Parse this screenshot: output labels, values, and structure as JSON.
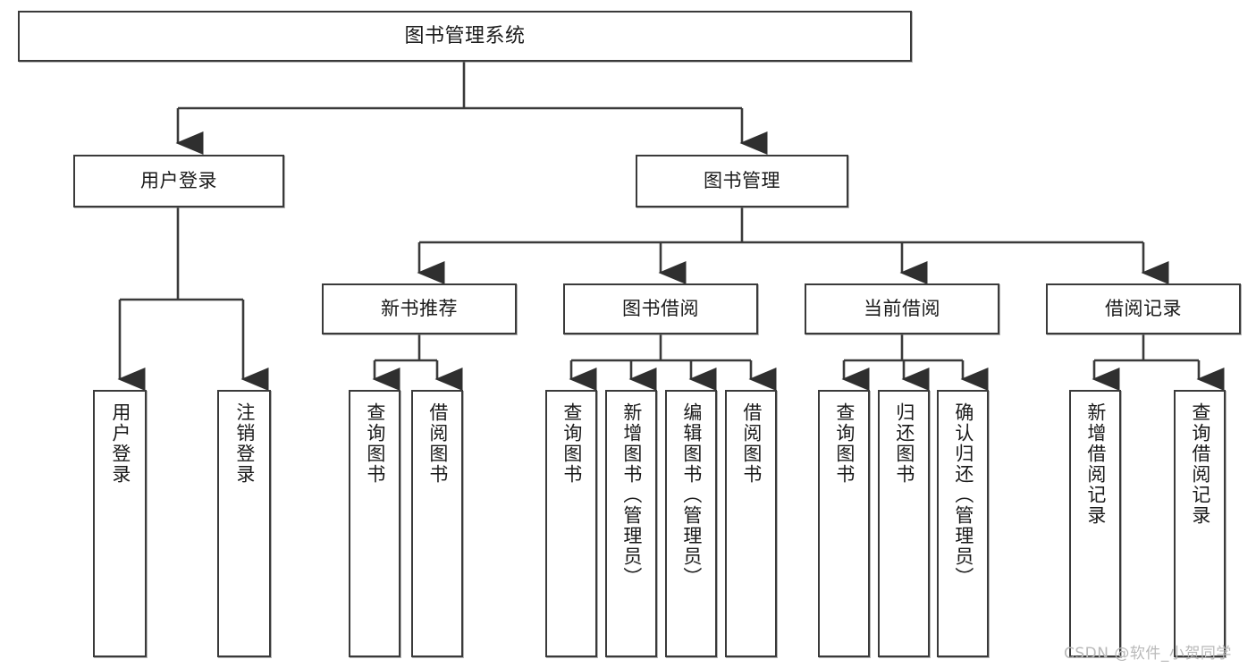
{
  "diagram": {
    "title": "图书管理系统",
    "type": "tree",
    "watermark": "CSDN @软件_小贺同学",
    "nodes": {
      "root": {
        "label": "图书管理系统"
      },
      "level1": [
        {
          "id": "user-login",
          "label": "用户登录"
        },
        {
          "id": "book-management",
          "label": "图书管理"
        }
      ],
      "level2": [
        {
          "id": "new-book-recommend",
          "label": "新书推荐",
          "parent": "book-management"
        },
        {
          "id": "book-borrow",
          "label": "图书借阅",
          "parent": "book-management"
        },
        {
          "id": "current-borrow",
          "label": "当前借阅",
          "parent": "book-management"
        },
        {
          "id": "borrow-record",
          "label": "借阅记录",
          "parent": "book-management"
        }
      ],
      "leaves": [
        {
          "id": "leaf-user-login",
          "label": "用户登录",
          "parent": "user-login"
        },
        {
          "id": "leaf-logout-login",
          "label": "注销登录",
          "parent": "user-login"
        },
        {
          "id": "leaf-query-book-1",
          "label": "查询图书",
          "parent": "new-book-recommend"
        },
        {
          "id": "leaf-borrow-book-1",
          "label": "借阅图书",
          "parent": "new-book-recommend"
        },
        {
          "id": "leaf-query-book-2",
          "label": "查询图书",
          "parent": "book-borrow"
        },
        {
          "id": "leaf-add-book",
          "label": "新增图书（管理员）",
          "parent": "book-borrow"
        },
        {
          "id": "leaf-edit-book",
          "label": "编辑图书（管理员）",
          "parent": "book-borrow"
        },
        {
          "id": "leaf-borrow-book-2",
          "label": "借阅图书",
          "parent": "book-borrow"
        },
        {
          "id": "leaf-query-book-3",
          "label": "查询图书",
          "parent": "current-borrow"
        },
        {
          "id": "leaf-return-book",
          "label": "归还图书",
          "parent": "current-borrow"
        },
        {
          "id": "leaf-confirm-return",
          "label": "确认归还（管理员）",
          "parent": "current-borrow"
        },
        {
          "id": "leaf-add-record",
          "label": "新增借阅记录",
          "parent": "borrow-record"
        },
        {
          "id": "leaf-query-record",
          "label": "查询借阅记录",
          "parent": "borrow-record"
        }
      ]
    },
    "colors": {
      "stroke": "#3a3a3a",
      "fill": "#ffffff",
      "text": "#1a1a1a",
      "watermark": "#b9b9b9"
    }
  }
}
